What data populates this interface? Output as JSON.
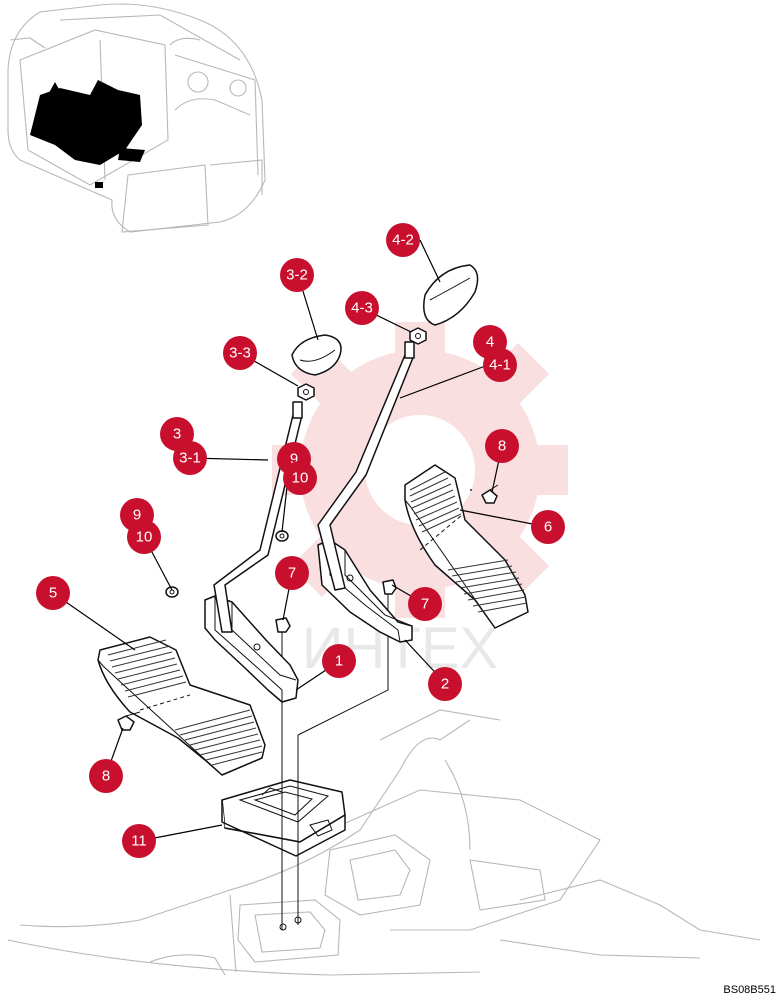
{
  "drawing_code": "BS08B551",
  "watermark_text": "ИНТЕХ",
  "callout_color": "#c8102e",
  "callouts": [
    {
      "id": "c-4-2",
      "label": "4-2"
    },
    {
      "id": "c-3-2",
      "label": "3-2"
    },
    {
      "id": "c-4-3",
      "label": "4-3"
    },
    {
      "id": "c-4",
      "label": "4"
    },
    {
      "id": "c-4-1",
      "label": "4-1"
    },
    {
      "id": "c-3-3",
      "label": "3-3"
    },
    {
      "id": "c-3",
      "label": "3"
    },
    {
      "id": "c-3-1",
      "label": "3-1"
    },
    {
      "id": "c-9a",
      "label": "9"
    },
    {
      "id": "c-10a",
      "label": "10"
    },
    {
      "id": "c-8a",
      "label": "8"
    },
    {
      "id": "c-9b",
      "label": "9"
    },
    {
      "id": "c-10b",
      "label": "10"
    },
    {
      "id": "c-6",
      "label": "6"
    },
    {
      "id": "c-5",
      "label": "5"
    },
    {
      "id": "c-7a",
      "label": "7"
    },
    {
      "id": "c-7b",
      "label": "7"
    },
    {
      "id": "c-1",
      "label": "1"
    },
    {
      "id": "c-2",
      "label": "2"
    },
    {
      "id": "c-8b",
      "label": "8"
    },
    {
      "id": "c-11",
      "label": "11"
    }
  ]
}
